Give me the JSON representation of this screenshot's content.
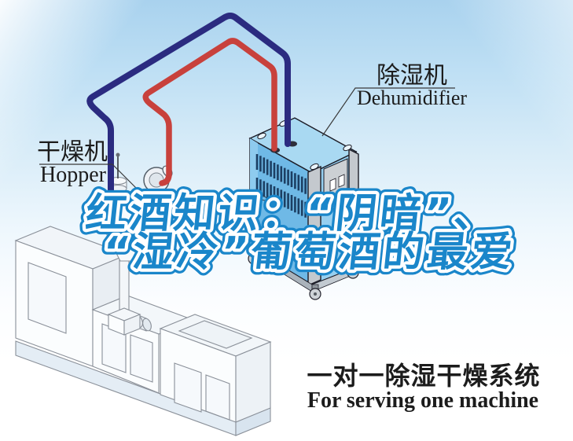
{
  "illustration": {
    "headline": {
      "line1": "红酒知识：“阴暗”、",
      "line2": "“湿冷”葡萄酒的最爱",
      "fill_color": "#1a86ca",
      "outline_color": "#ffffff"
    },
    "machine_labels": {
      "hopper": {
        "zh": "干燥机",
        "en": "Hopper"
      },
      "dehumidifier": {
        "zh": "除湿机",
        "en": "Dehumidifier"
      }
    },
    "caption": {
      "zh": "一对一除湿干燥系统",
      "en": "For serving one machine",
      "color": "#1c1c1c"
    },
    "colors": {
      "sky_top": "#a9d2ee",
      "sky_bottom": "#ffffff",
      "return_pipe_navy": "#2b2b80",
      "supply_pipe_red": "#c8413c",
      "dehumidifier_left_face": "#6fb9e6",
      "dehumidifier_right_face": "#96cff0",
      "dehumidifier_top_face": "#a9d9f2",
      "machine_outline": "#1c1c26"
    }
  }
}
